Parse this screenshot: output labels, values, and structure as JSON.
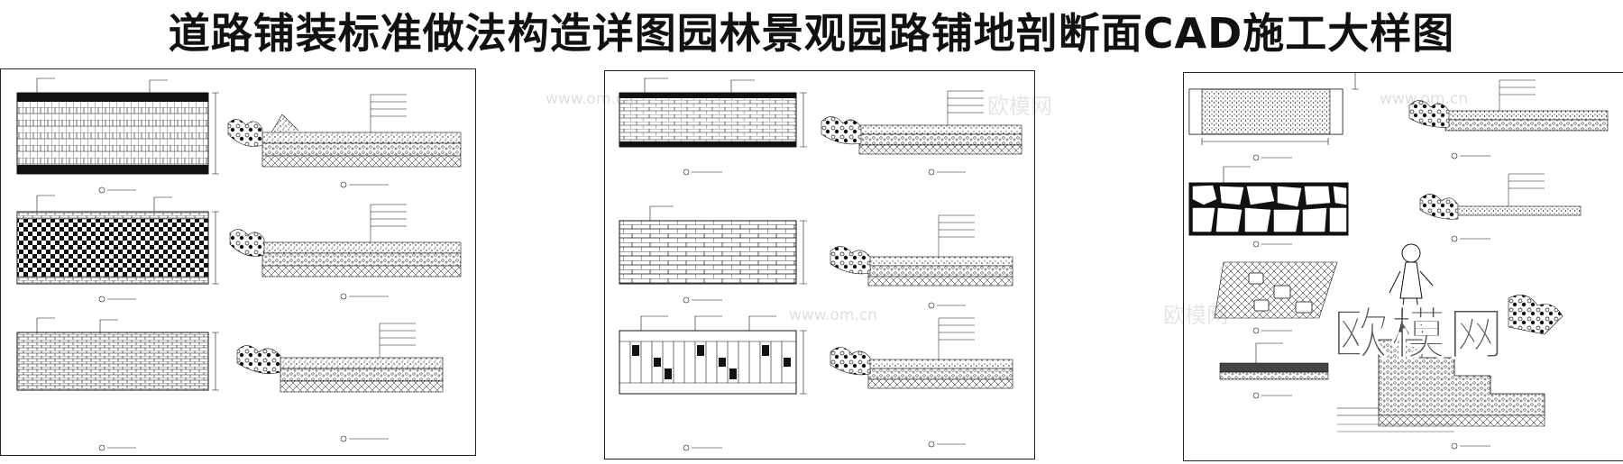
{
  "title": "道路铺装标准做法构造详图园林景观园路铺地剖断面CAD施工大样图",
  "watermark": {
    "brand": "欧模网",
    "url": "www.om.cn"
  },
  "colors": {
    "ink": "#111111",
    "paper": "#ffffff"
  }
}
